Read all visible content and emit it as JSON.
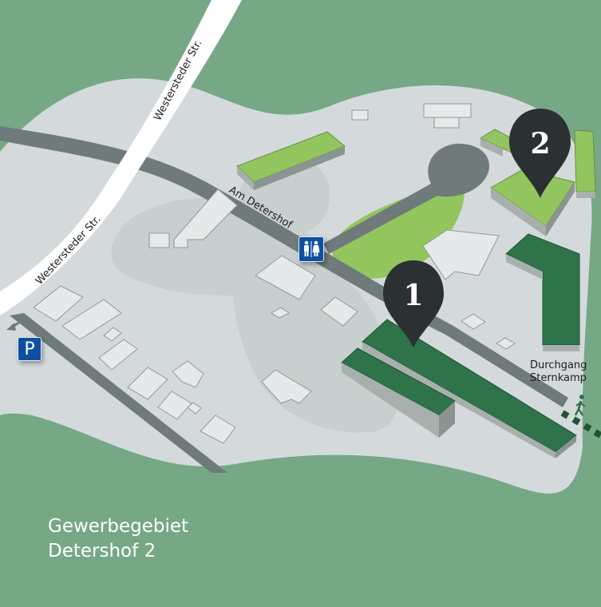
{
  "map": {
    "title_line1": "Gewerbegebiet",
    "title_line2": "Detershof 2",
    "streets": [
      {
        "name": "Westersteder Str.",
        "position": "upper"
      },
      {
        "name": "Westersteder Str.",
        "position": "lower"
      },
      {
        "name": "Am Detershof"
      }
    ],
    "markers": [
      {
        "label": "1",
        "color": "#2b3132"
      },
      {
        "label": "2",
        "color": "#2b3132"
      }
    ],
    "passage": {
      "line1": "Durchgang",
      "line2": "Sternkamp",
      "icon": "pedestrian-icon"
    },
    "parking": {
      "label": "P",
      "icon": "parking-sign-icon"
    },
    "toilet": {
      "icon": "toilet-sign-icon"
    },
    "colors": {
      "background_green": "#76a886",
      "area_gray": "#d4dadb",
      "road_gray": "#6f7b7a",
      "building_dark_green": "#2e7349",
      "building_light_green": "#93c55f",
      "sign_blue": "#0e4fa0",
      "marker_dark": "#2b3132"
    }
  }
}
